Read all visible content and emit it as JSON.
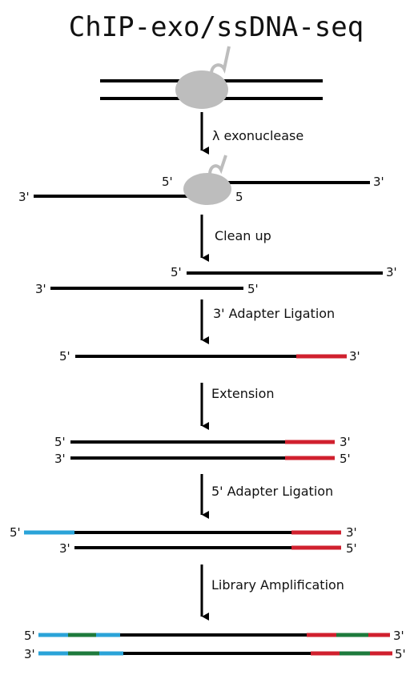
{
  "title": "ChIP-exo/ssDNA-seq",
  "steps": [
    "λ exonuclease",
    "Clean up",
    "3' Adapter Ligation",
    "Extension",
    "5' Adapter Ligation",
    "Library Amplification"
  ],
  "ends": {
    "five": "5'",
    "three": "3'",
    "five_small": "5"
  },
  "colors": {
    "dna": "#000000",
    "protein": "#bdbdbd",
    "adapter_3": "#d0202e",
    "adapter_5": "#2aa3d8",
    "amplification_primer": "#1e7a3c"
  }
}
